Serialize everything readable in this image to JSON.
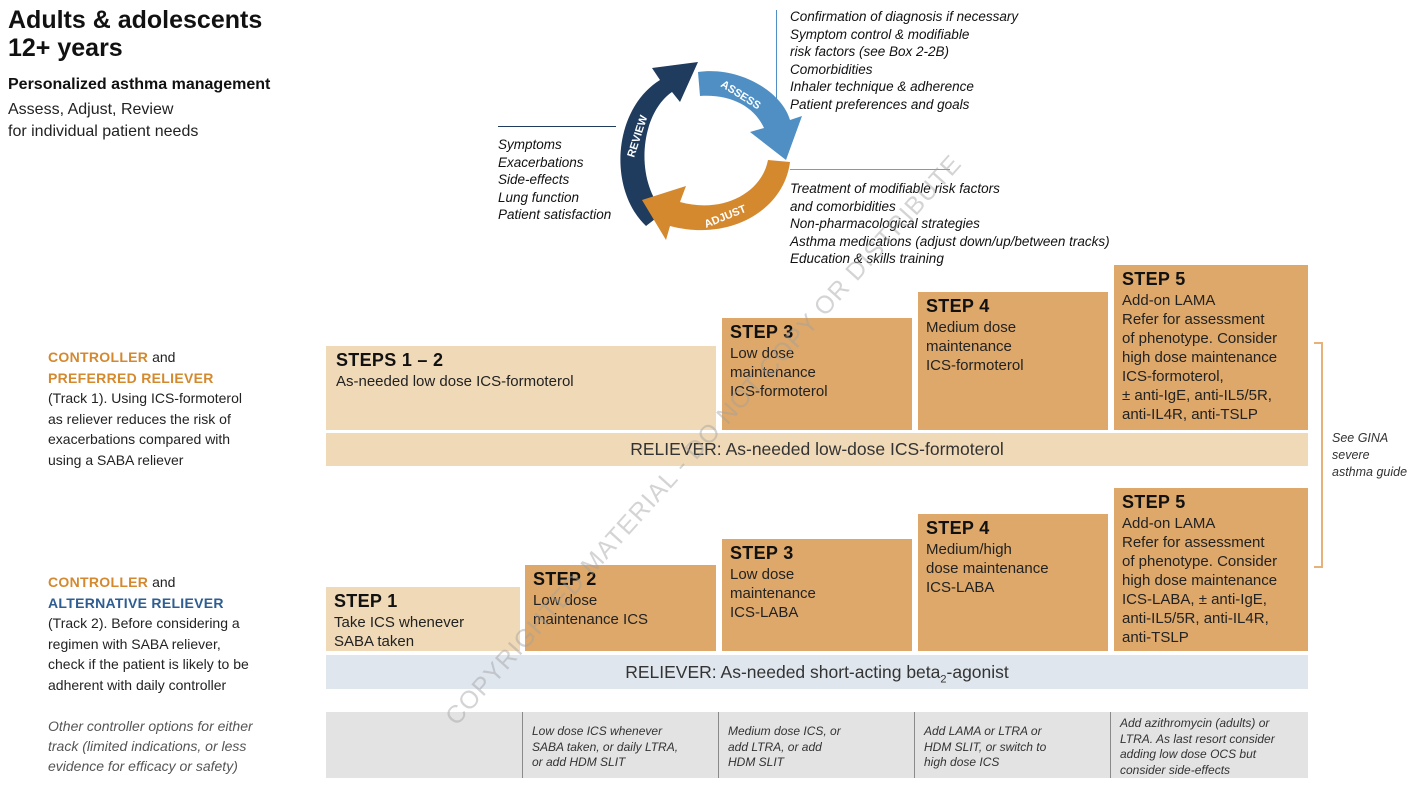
{
  "header": {
    "title_line1": "Adults & adolescents",
    "title_line2": "12+ years",
    "subtitle": "Personalized asthma management",
    "desc_line1": "Assess, Adjust, Review",
    "desc_line2": "for individual patient needs"
  },
  "cycle": {
    "assess": "ASSESS",
    "adjust": "ADJUST",
    "review": "REVIEW",
    "colors": {
      "assess": "#4f8fc4",
      "adjust": "#d4892f",
      "review": "#1f3b5e"
    }
  },
  "assess_list": [
    "Confirmation of diagnosis if necessary",
    "Symptom control & modifiable",
    "risk factors (see Box 2-2B)",
    "Comorbidities",
    "Inhaler technique & adherence",
    "Patient preferences and goals"
  ],
  "review_list": [
    "Symptoms",
    "Exacerbations",
    "Side-effects",
    "Lung function",
    "Patient satisfaction"
  ],
  "adjust_list": [
    "Treatment of modifiable risk factors",
    "and comorbidities",
    "Non-pharmacological strategies",
    "Asthma medications (adjust down/up/between tracks)",
    "Education & skills training"
  ],
  "track1": {
    "label_a": "CONTROLLER",
    "and": " and",
    "label_b": "PREFERRED RELIEVER",
    "desc_lines": [
      "(Track 1). Using ICS-formoterol",
      "as reliever reduces the risk of",
      "exacerbations compared with",
      "using a SABA reliever"
    ],
    "steps": [
      {
        "title": "STEPS 1 – 2",
        "lines": [
          "As-needed low dose ICS-formoterol"
        ]
      },
      {
        "title": "STEP 3",
        "lines": [
          "Low dose",
          "maintenance",
          "ICS-formoterol"
        ]
      },
      {
        "title": "STEP 4",
        "lines": [
          "Medium dose",
          "maintenance",
          "ICS-formoterol"
        ]
      },
      {
        "title": "STEP 5",
        "lines": [
          "Add-on LAMA",
          "Refer for assessment",
          "of phenotype. Consider",
          "high dose maintenance",
          "ICS-formoterol,",
          "± anti-IgE, anti-IL5/5R,",
          "anti-IL4R, anti-TSLP"
        ]
      }
    ],
    "reliever": "RELIEVER: As-needed low-dose ICS-formoterol"
  },
  "track2": {
    "label_a": "CONTROLLER",
    "and": " and",
    "label_b": "ALTERNATIVE RELIEVER",
    "desc_lines": [
      "(Track 2). Before considering a",
      "regimen with SABA reliever,",
      "check if the patient is likely to be",
      "adherent with daily controller"
    ],
    "steps": [
      {
        "title": "STEP 1",
        "lines": [
          "Take ICS whenever",
          "SABA taken"
        ]
      },
      {
        "title": "STEP 2",
        "lines": [
          "Low dose",
          "maintenance ICS"
        ]
      },
      {
        "title": "STEP 3",
        "lines": [
          "Low dose",
          "maintenance",
          "ICS-LABA"
        ]
      },
      {
        "title": "STEP 4",
        "lines": [
          "Medium/high",
          "dose maintenance",
          "ICS-LABA"
        ]
      },
      {
        "title": "STEP 5",
        "lines": [
          "Add-on LAMA",
          "Refer for assessment",
          "of phenotype. Consider",
          "high dose maintenance",
          "ICS-LABA, ± anti-IgE,",
          "anti-IL5/5R, anti-IL4R,",
          "anti-TSLP"
        ]
      }
    ],
    "reliever_pre": "RELIEVER: As-needed short-acting beta",
    "reliever_sub": "2",
    "reliever_post": "-agonist"
  },
  "side_note": [
    "See GINA",
    "severe",
    "asthma guide"
  ],
  "other": {
    "label_lines": [
      "Other controller options for either",
      "track (limited indications, or less",
      "evidence for efficacy or safety)"
    ],
    "cells": [
      [
        "Low dose ICS whenever",
        "SABA taken, or daily LTRA,",
        "or add HDM SLIT"
      ],
      [
        "Medium dose ICS, or",
        "add LTRA, or add",
        "HDM SLIT"
      ],
      [
        "Add LAMA or LTRA or",
        "HDM SLIT, or switch to",
        "high dose ICS"
      ],
      [
        "Add azithromycin (adults) or",
        "LTRA. As last resort consider",
        "adding low dose OCS but",
        "consider side-effects"
      ]
    ]
  },
  "watermark": "COPYRIGHTED MATERIAL - DO NOT COPY OR DISTRIBUTE"
}
